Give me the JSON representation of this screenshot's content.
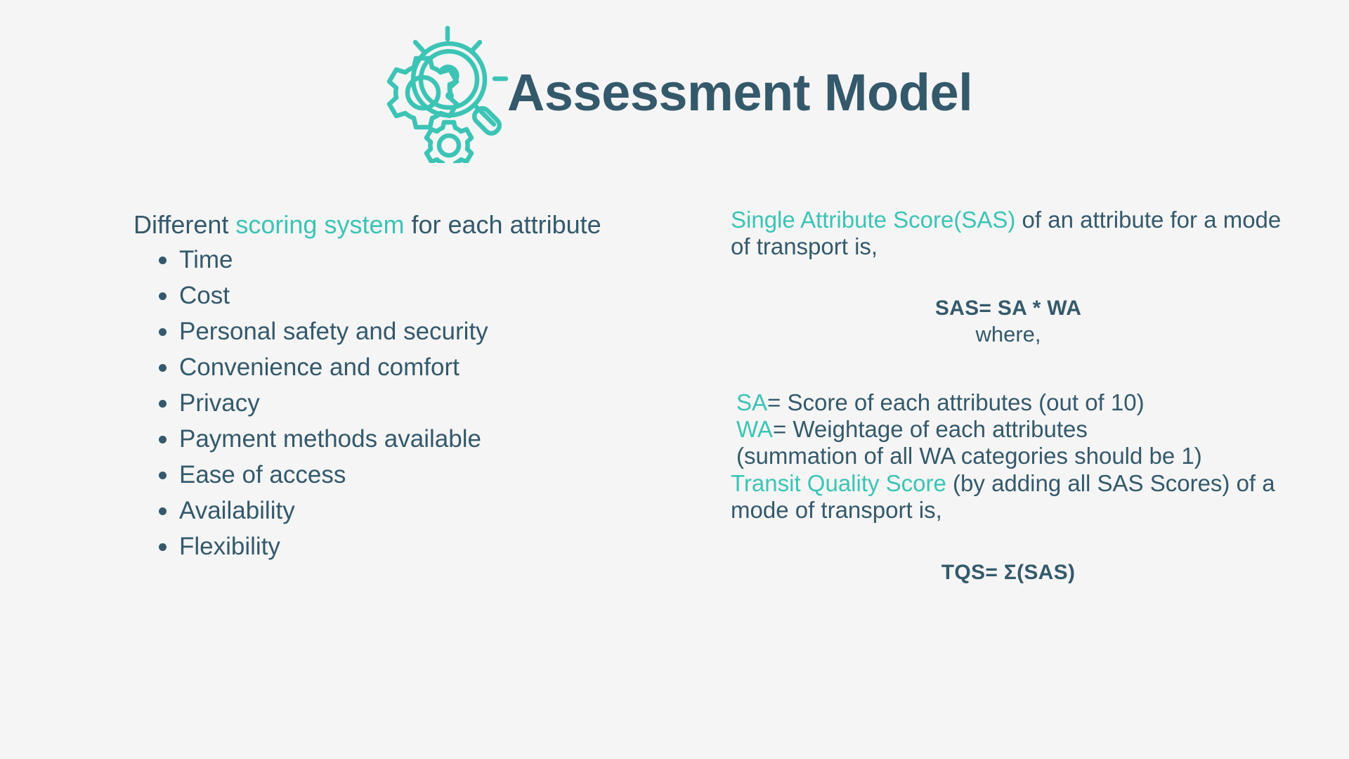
{
  "theme": {
    "background": "#f5f5f5",
    "dark_text": "#34596b",
    "accent": "#3cc4b5"
  },
  "header": {
    "title": "Assessment Model",
    "icon": "magnifier-question-gears-icon"
  },
  "left_column": {
    "lead": {
      "before": "Different ",
      "highlight": "scoring system",
      "after": " for each attribute"
    },
    "attributes": [
      "Time",
      "Cost",
      "Personal safety and security",
      "Convenience and comfort",
      "Privacy",
      "Payment methods available",
      "Ease of access",
      "Availability",
      "Flexibility"
    ]
  },
  "right_column": {
    "sas_intro": {
      "highlight": "Single Attribute Score(SAS)",
      "rest": " of an attribute for a mode of transport is,"
    },
    "sas_formula": "SAS= SA * WA",
    "where_label": "where,",
    "definitions": [
      {
        "term": "SA",
        "text": "= Score of each attributes (out of 10)"
      },
      {
        "term": "WA",
        "text": "= Weightage of each attributes"
      }
    ],
    "wa_note": "(summation of all WA categories should be 1)",
    "tqs_intro": {
      "highlight": "Transit Quality Score",
      "rest": " (by adding all SAS Scores) of a mode of transport is,"
    },
    "tqs_formula": "TQS= Σ(SAS)"
  }
}
